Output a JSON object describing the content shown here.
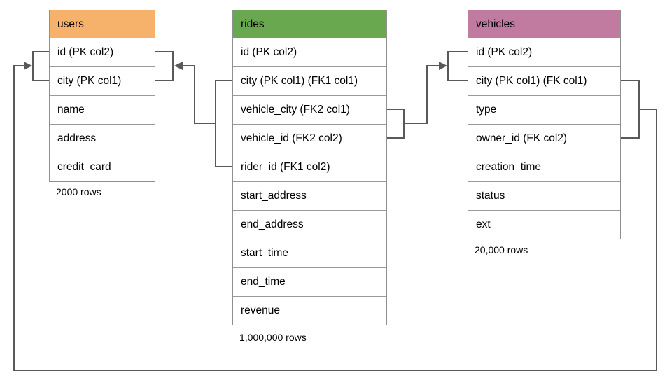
{
  "diagram": {
    "background": "#ffffff",
    "line_color": "#595959",
    "border_color": "#8f8f8f",
    "tables": [
      {
        "name": "users",
        "header_color": "#F6B26B",
        "row_count_label": "2000 rows",
        "columns": [
          "id (PK col2)",
          "city (PK col1)",
          "name",
          "address",
          "credit_card"
        ]
      },
      {
        "name": "rides",
        "header_color": "#6AA84F",
        "row_count_label": "1,000,000 rows",
        "columns": [
          "id (PK col2)",
          "city (PK col1) (FK1 col1)",
          "vehicle_city (FK2 col1)",
          "vehicle_id (FK2 col2)",
          "rider_id (FK1 col2)",
          "start_address",
          "end_address",
          "start_time",
          "end_time",
          "revenue"
        ]
      },
      {
        "name": "vehicles",
        "header_color": "#C27BA0",
        "row_count_label": "20,000 rows",
        "columns": [
          "id (PK col2)",
          "city (PK col1) (FK col1)",
          "type",
          "owner_id (FK col2)",
          "creation_time",
          "status",
          "ext"
        ]
      }
    ],
    "relationships": [
      {
        "name": "FK1",
        "from_table": "rides",
        "from_columns": [
          "city",
          "rider_id"
        ],
        "to_table": "users",
        "to_columns": [
          "id",
          "city"
        ]
      },
      {
        "name": "FK2",
        "from_table": "rides",
        "from_columns": [
          "vehicle_city",
          "vehicle_id"
        ],
        "to_table": "vehicles",
        "to_columns": [
          "id",
          "city"
        ]
      },
      {
        "name": "FK",
        "from_table": "vehicles",
        "from_columns": [
          "city",
          "owner_id"
        ],
        "to_table": "users",
        "to_columns": [
          "id",
          "city"
        ]
      }
    ]
  }
}
